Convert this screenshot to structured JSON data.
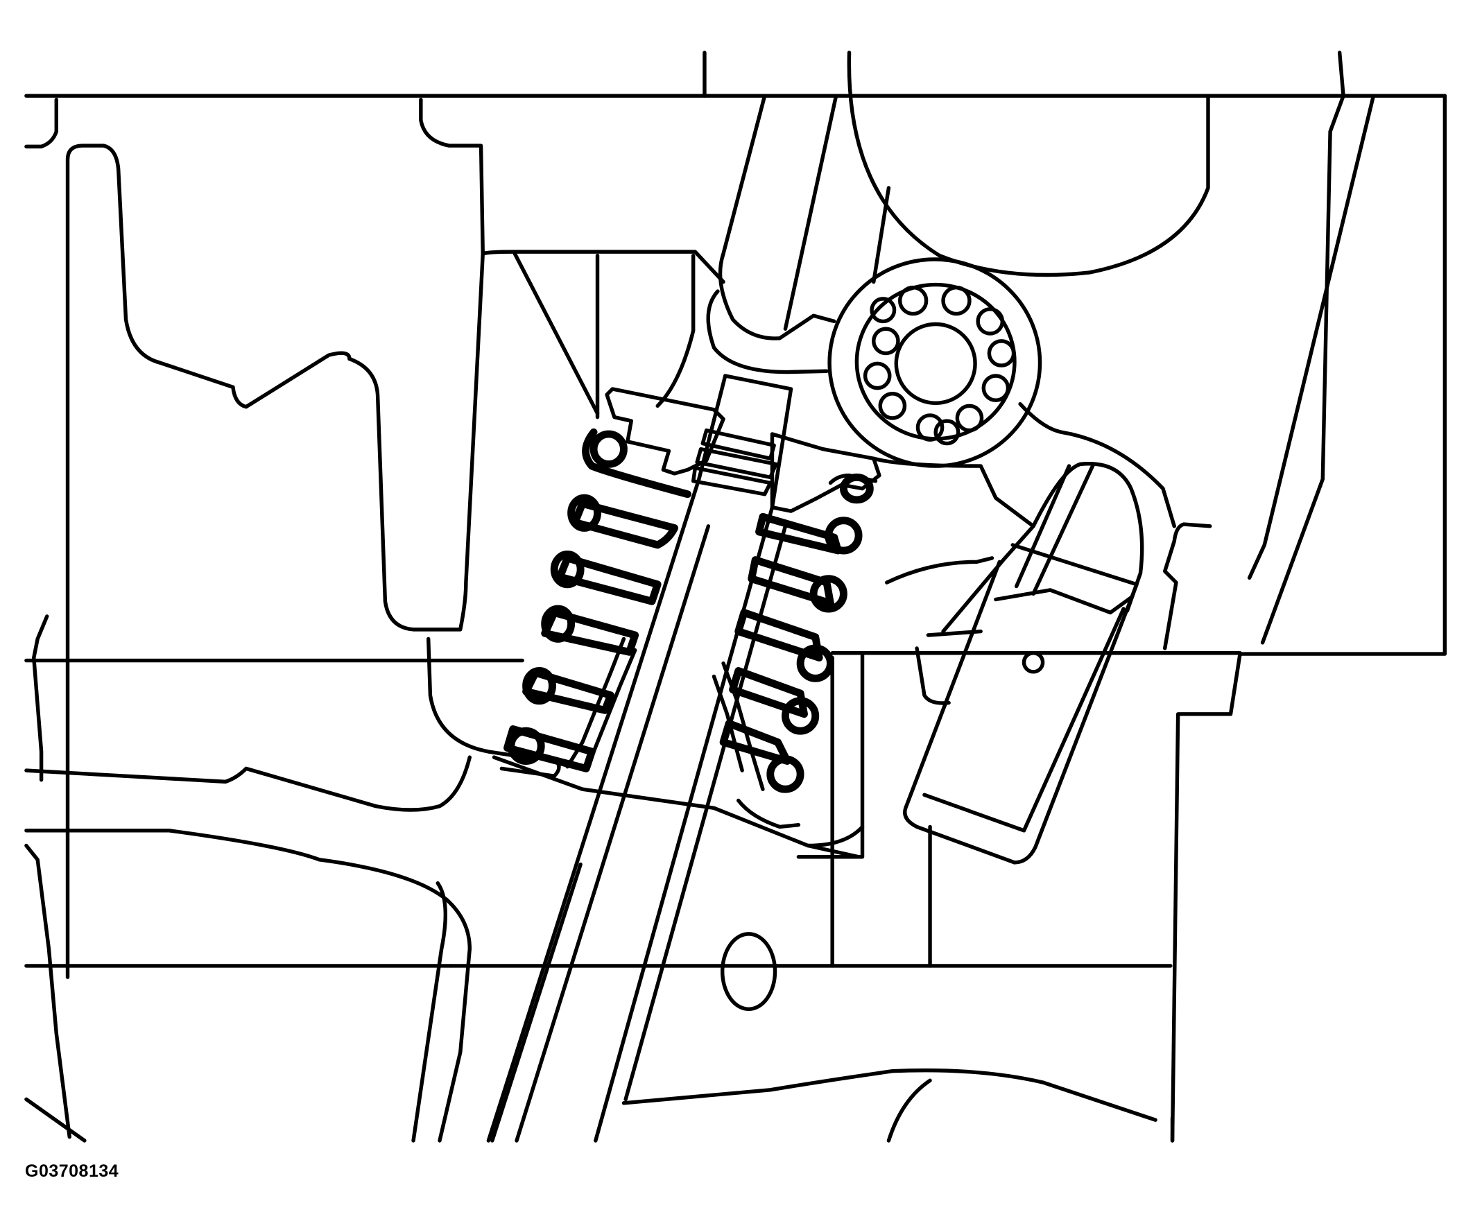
{
  "figure": {
    "id_label": "G03708134",
    "type": "technical line illustration",
    "subject": "valve spring, spring retainer/keepers, valve stem, roller-bearing rocker pivot and rocker follower pad in cylinder head (cutaway)",
    "colors": {
      "line": "#000000",
      "background": "#ffffff"
    }
  },
  "components": [
    {
      "name": "cylinder-head-casting",
      "label": ""
    },
    {
      "name": "valve-spring",
      "label": ""
    },
    {
      "name": "valve-spring-retainer",
      "label": ""
    },
    {
      "name": "valve-keepers",
      "label": ""
    },
    {
      "name": "valve-stem",
      "label": ""
    },
    {
      "name": "roller-bearing",
      "label": ""
    },
    {
      "name": "rocker-pad",
      "label": ""
    },
    {
      "name": "camshaft-lobe",
      "label": ""
    }
  ]
}
